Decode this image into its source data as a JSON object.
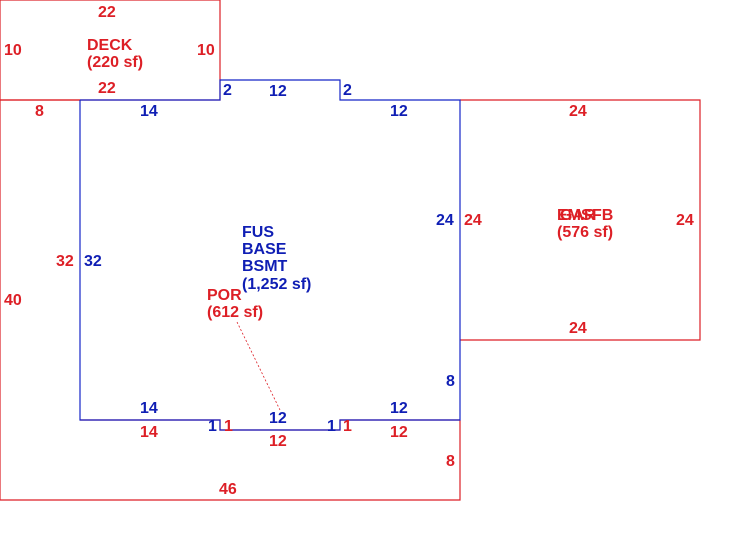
{
  "colors": {
    "red": "#dd1f26",
    "blue": "#0f1eb4"
  },
  "areas": {
    "deck": {
      "name": "DECK",
      "area": "(220 sf)"
    },
    "house": {
      "line1": "FUS",
      "line2": "BASE",
      "line3": "BSMT",
      "area": "(1,252 sf)"
    },
    "porch": {
      "name": "POR",
      "area": "(612 sf)"
    },
    "garage": {
      "name_overlap_a": "EMS",
      "name_overlap_b": "FB",
      "area": "(576 sf)",
      "name_prefix": "GAR"
    }
  },
  "dims": {
    "deck_top": "22",
    "deck_left": "10",
    "deck_right": "10",
    "deck_bottom": "22",
    "por_top_left": "8",
    "por_left": "40",
    "house_top_left": "14",
    "house_notch_left": "2",
    "house_notch_top": "12",
    "house_notch_right": "2",
    "house_top_right": "12",
    "house_left_red": "32",
    "house_left_blue": "32",
    "house_right_blue": "24",
    "house_right_red": "24",
    "house_right_lower": "8",
    "house_bottom_left_blue": "14",
    "house_bottom_left_red": "14",
    "bnotch_left_blue": "1",
    "bnotch_left_red": "1",
    "bnotch_bottom_blue": "12",
    "bnotch_bottom_red": "12",
    "bnotch_right_blue": "1",
    "bnotch_right_red": "1",
    "house_bottom_right_blue": "12",
    "house_bottom_right_red": "12",
    "por_right_lower": "8",
    "por_bottom": "46",
    "gar_top": "24",
    "gar_right": "24",
    "gar_bottom": "24"
  }
}
